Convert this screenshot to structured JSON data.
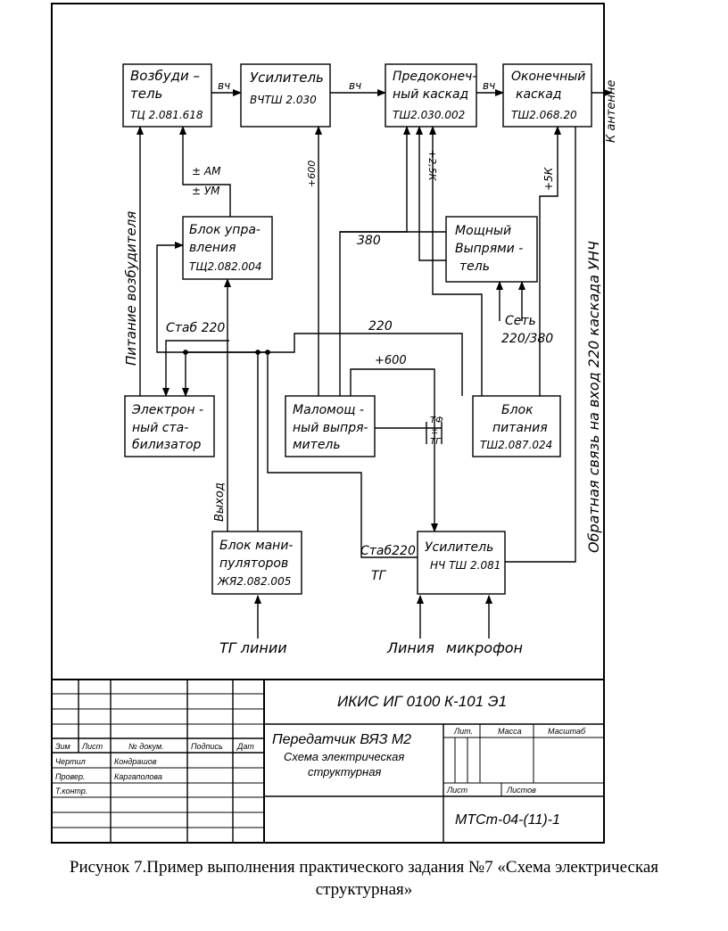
{
  "diagram": {
    "blocks": {
      "exciter": [
        "Возбуди –",
        "тель",
        "ТЦ 2.081.618"
      ],
      "hf_amp": [
        "Усилитель",
        "ВЧТШ 2.030"
      ],
      "pre_final": [
        "Предоконеч-",
        "ный каскад",
        "ТШ2.030.002"
      ],
      "final": [
        "Оконечный",
        "каскад",
        "ТШ2.068.20"
      ],
      "control": [
        "Блок упра-",
        "вления",
        "ТЩ2.082.004"
      ],
      "power_rect": [
        "Мощный",
        "Выпрями -",
        "тель"
      ],
      "stabilizer": [
        "Электрон -",
        "ный ста-",
        "билизатор"
      ],
      "low_rect": [
        "Маломощ -",
        "ный выпря-",
        "митель"
      ],
      "power_unit": [
        "Блок",
        "питания",
        "ТШ2.087.024"
      ],
      "manip": [
        "Блок мани-",
        "пуляторов",
        "ЖЯ2.082.005"
      ],
      "lf_amp": [
        "Усилитель",
        "НЧ ТШ 2.081"
      ]
    },
    "labels": {
      "hf1": "вч",
      "hf2": "вч",
      "hf3": "вч",
      "antenna": "К антенне",
      "am": "± АМ",
      "um": "± УМ",
      "v600": "+600",
      "v25k": "+2,5К",
      "v5k": "+5К",
      "v380": "380",
      "stab220": "Стаб 220",
      "v220": "220",
      "v600b": "+600",
      "network": "Сеть",
      "network_v": "220/380",
      "tf": "ТФ",
      "pm": "±",
      "tg_small": "ТГ",
      "output": "Выход",
      "stab220b": "Стаб220",
      "tg": "ТГ",
      "tg_lines": "ТГ линии",
      "line": "Линия",
      "mic": "микрофон",
      "exc_power": "Питание возбудителя",
      "feedback": "Обратная связь на вход 220 каскада УНЧ"
    }
  },
  "title_block": {
    "doc_code": "ИКИС ИГ 0100 К-101 Э1",
    "title": "Передатчик ВЯЗ М2",
    "subtitle1": "Схема электрическая",
    "subtitle2": "структурная",
    "col_izm": "Зим",
    "col_list": "Лист",
    "col_doc": "№ докум.",
    "col_sign": "Подпись",
    "col_date": "Дат",
    "row_drawn": "Чертил",
    "drawn_name": "Кондрашов",
    "row_checked": "Провер.",
    "checked_name": "Каргаполова",
    "row_tcontrol": "Т.контр.",
    "lit": "Лит.",
    "mass": "Масса",
    "scale": "Масштаб",
    "sheet": "Лист",
    "sheets": "Листов",
    "org_code": "МТСт-04-(11)-1"
  },
  "caption": {
    "line1": "Рисунок 7.Пример выполнения практического задания №7 «Схема электрическая",
    "line2": "структурная»"
  }
}
